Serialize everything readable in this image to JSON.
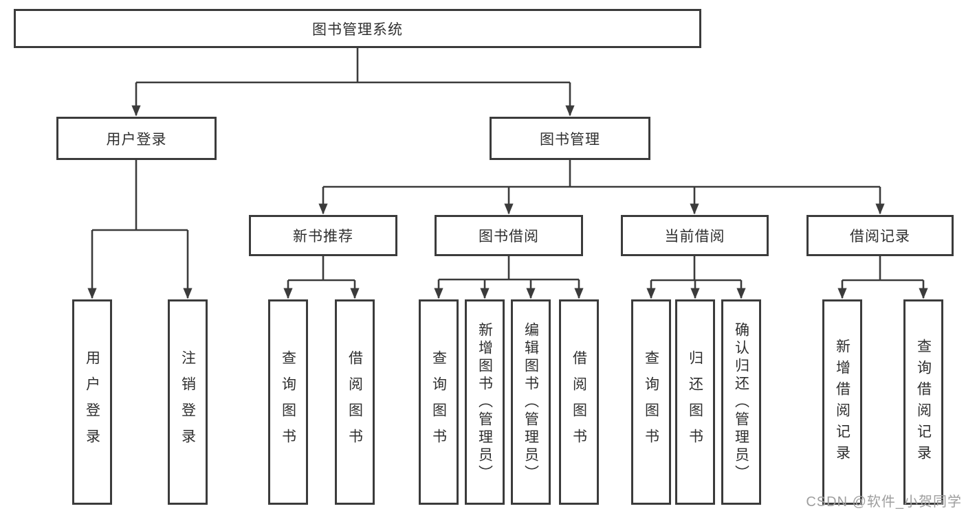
{
  "colors": {
    "line": "#3b3b3b",
    "box_border": "#3b3b3b",
    "text": "#2f2f2f",
    "watermark": "#9e9e9e",
    "background": "#ffffff"
  },
  "tree": {
    "root": {
      "label": "图书管理系统"
    },
    "level2": {
      "user_login": {
        "label": "用户登录"
      },
      "book_management": {
        "label": "图书管理"
      }
    },
    "level3": {
      "new_book_recommend": {
        "label": "新书推荐"
      },
      "book_borrow": {
        "label": "图书借阅"
      },
      "current_borrow": {
        "label": "当前借阅"
      },
      "borrow_records": {
        "label": "借阅记录"
      }
    },
    "leaves": {
      "user_login": [
        "用户登录",
        "注销登录"
      ],
      "new_book_recommend": [
        "查询图书",
        "借阅图书"
      ],
      "book_borrow": [
        "查询图书",
        "新增图书（管理员）",
        "编辑图书（管理员）",
        "借阅图书"
      ],
      "current_borrow": [
        "查询图书",
        "归还图书",
        "确认归还（管理员）"
      ],
      "borrow_records": [
        "新增借阅记录",
        "查询借阅记录"
      ]
    }
  },
  "watermark": {
    "text": "CSDN @软件_小贺同学"
  }
}
